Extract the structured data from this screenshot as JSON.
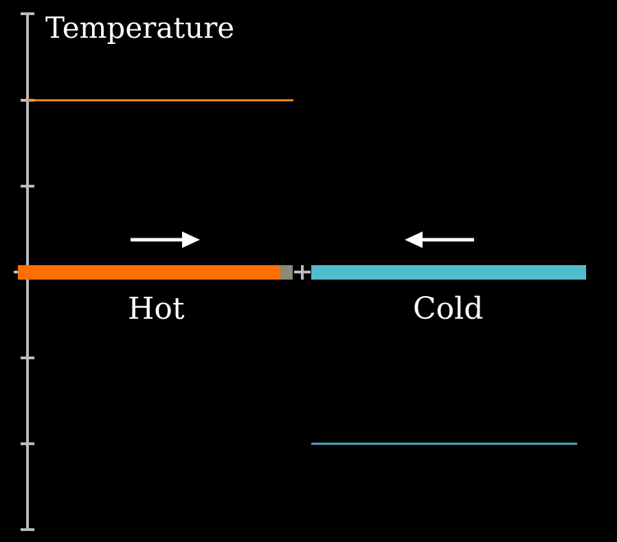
{
  "axis": {
    "title": "Temperature",
    "tick_count": 6
  },
  "rods": {
    "hot": {
      "label": "Hot",
      "color": "#ff6e00",
      "temperature_line_color": "#f28c28"
    },
    "cold": {
      "label": "Cold",
      "color": "#50bdcc",
      "temperature_line_color": "#4ab0c9"
    },
    "interface_color": "#8a8a7a"
  },
  "arrows": {
    "hot_direction": "right",
    "cold_direction": "left",
    "color": "#ffffff"
  },
  "colors": {
    "background": "#000000",
    "axis": "#bbbbbb"
  }
}
